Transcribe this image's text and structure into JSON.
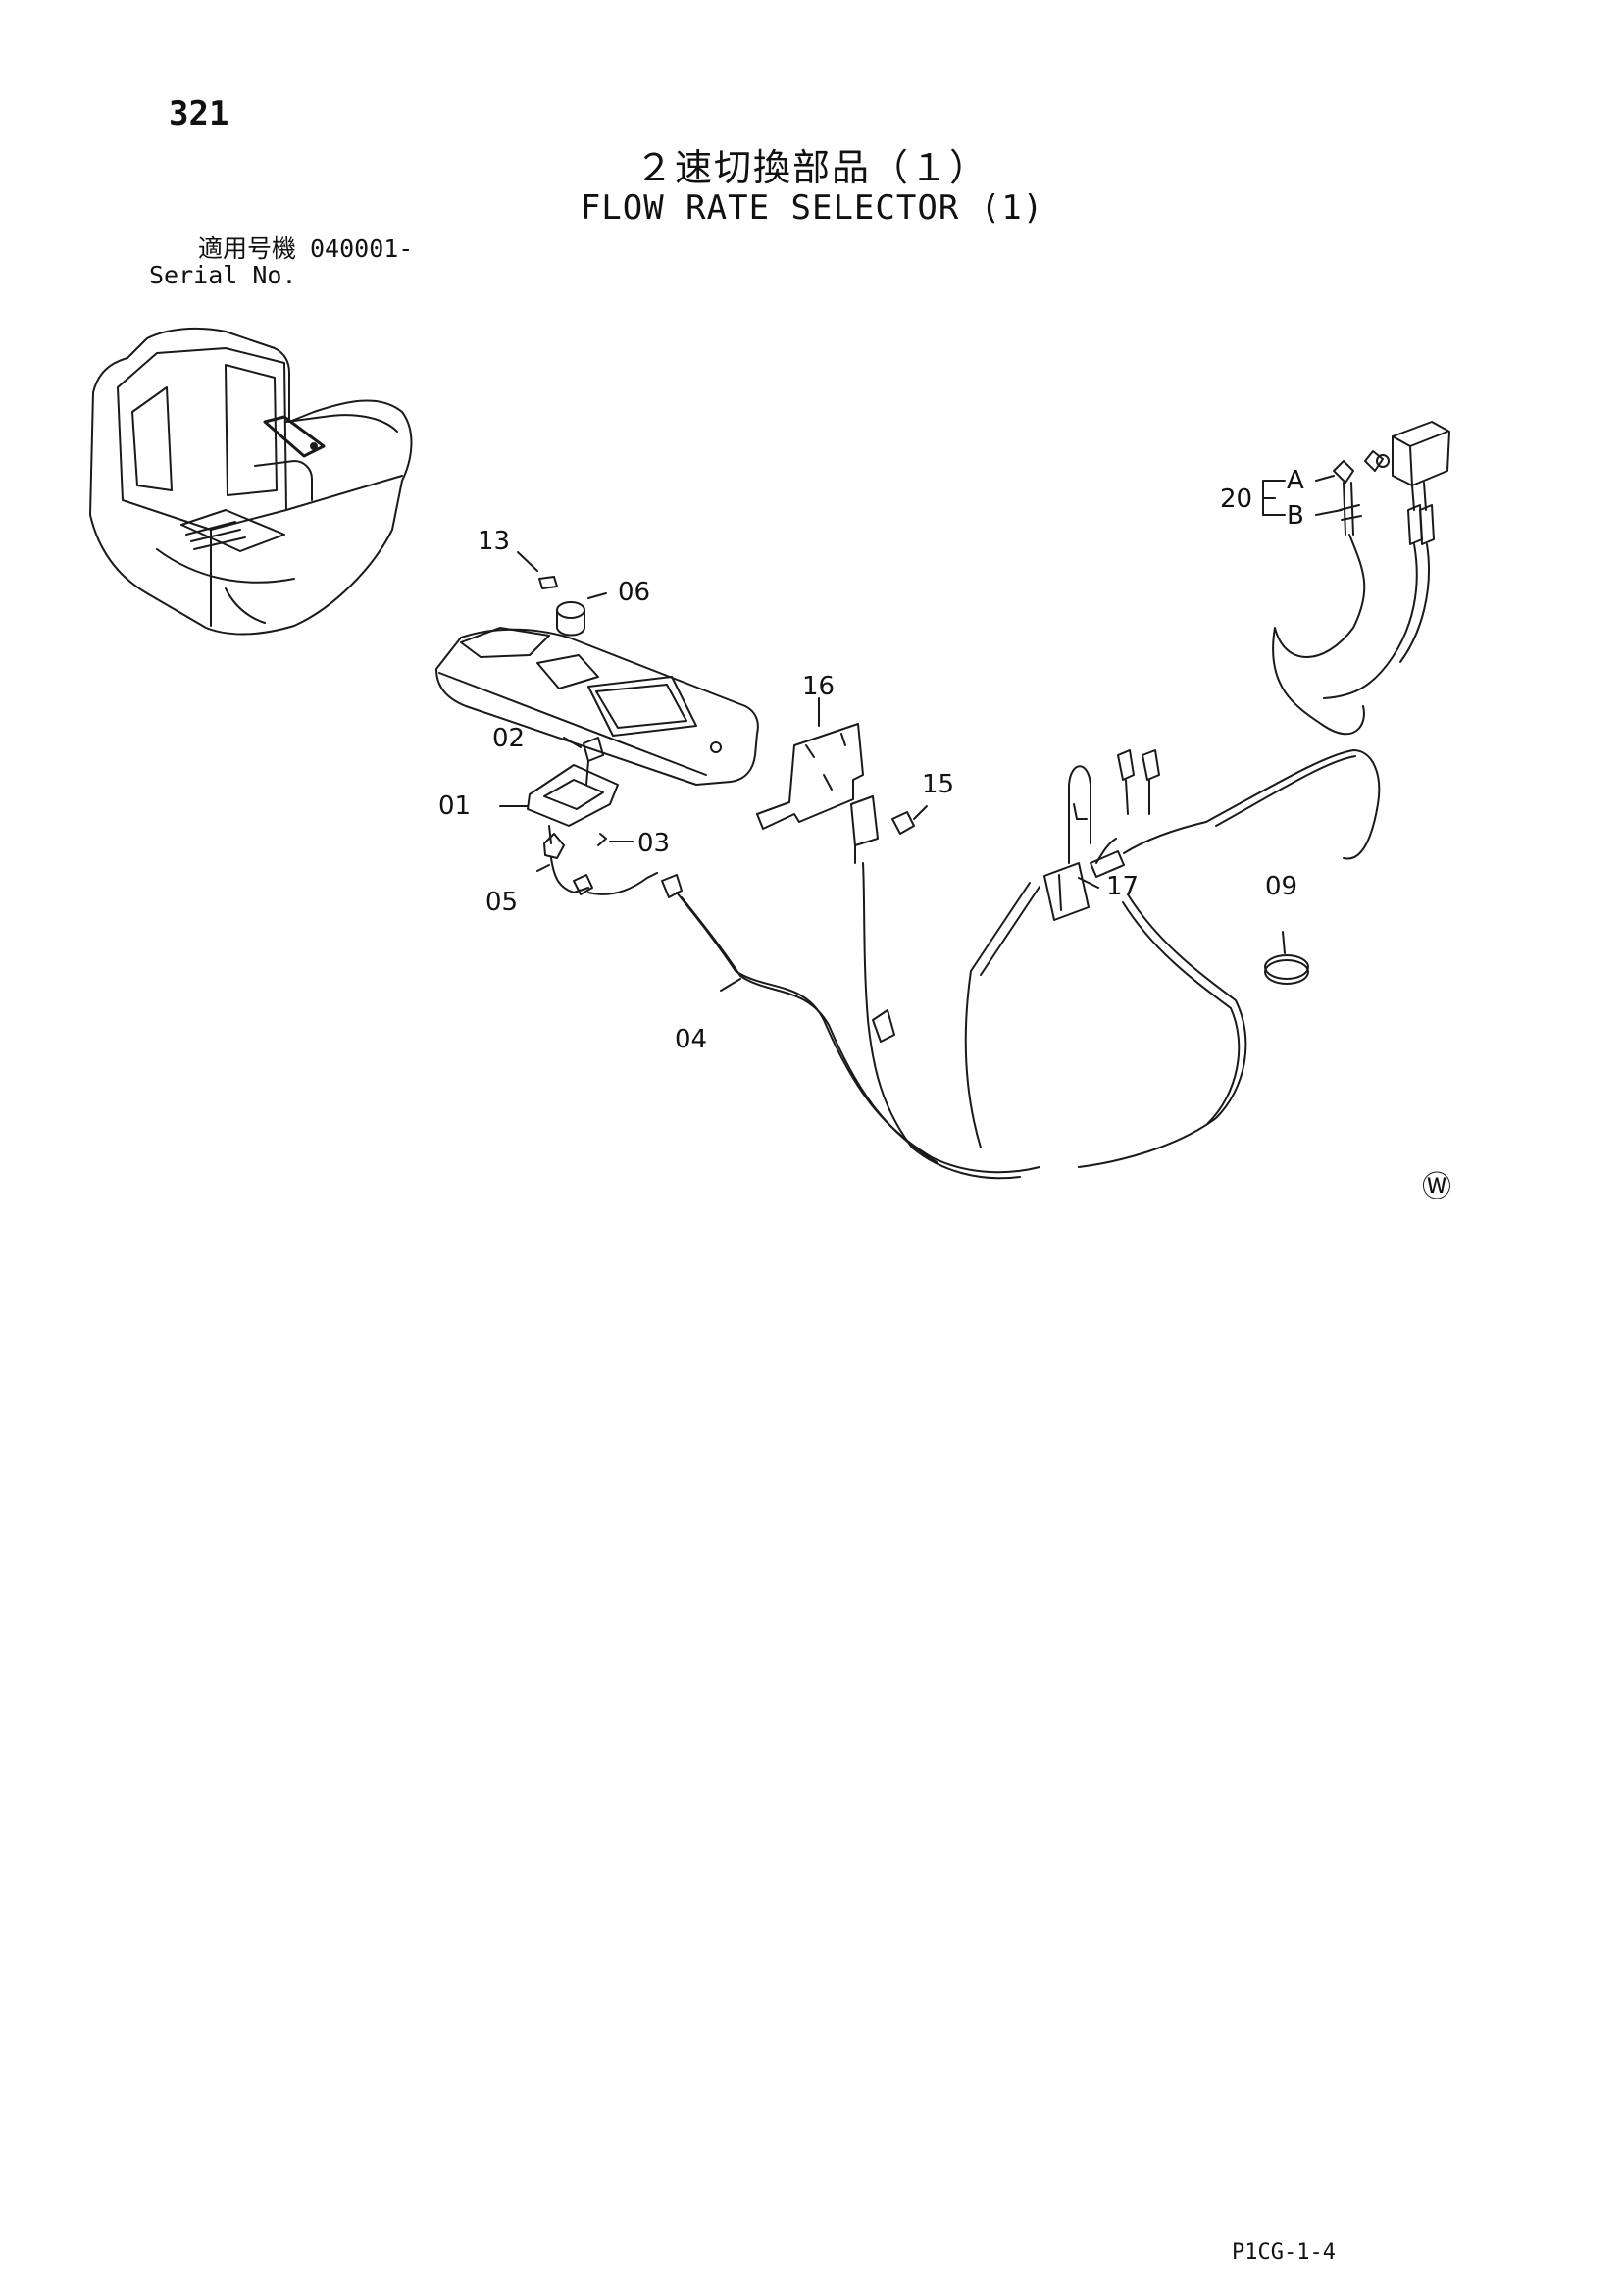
{
  "page": {
    "number": "321",
    "title_jp": "２速切換部品（１）",
    "title_en": "FLOW RATE SELECTOR (1)",
    "serial_label_jp": "適用号機",
    "serial_value": "040001-",
    "serial_label_en": "Serial No.",
    "footer_code": "P1CG-1-4",
    "watermark_symbol": "Ⓦ"
  },
  "diagram": {
    "callouts": [
      "13",
      "06",
      "16",
      "15",
      "02",
      "01",
      "03",
      "05",
      "04",
      "17",
      "09",
      "20",
      "A",
      "B"
    ],
    "line_color": "#1a1a1a",
    "background": "#ffffff"
  }
}
